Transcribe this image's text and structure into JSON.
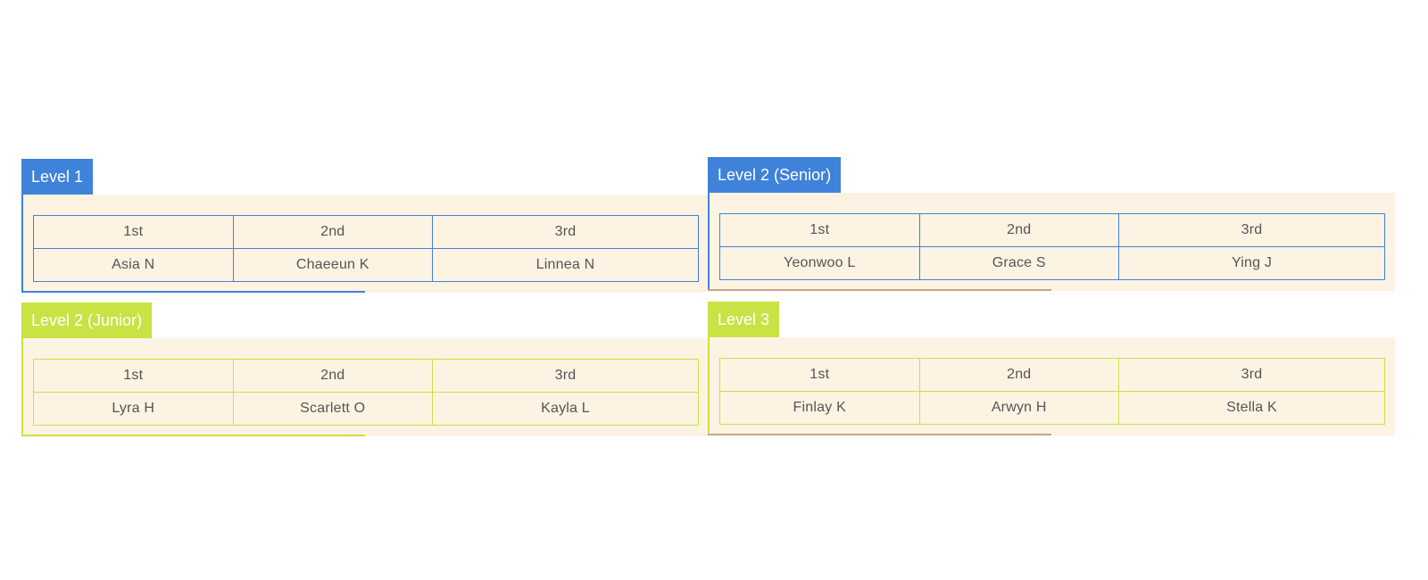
{
  "panels": [
    {
      "title": "Level 1",
      "headers": [
        "1st",
        "2nd",
        "3rd"
      ],
      "winners": [
        "Asia N",
        "Chaeeun K",
        "Linnea N"
      ],
      "accent": "#3f82d9",
      "bottom_edge_color": "#3f82d9"
    },
    {
      "title": "Level 2 (Senior)",
      "headers": [
        "1st",
        "2nd",
        "3rd"
      ],
      "winners": [
        "Yeonwoo L",
        "Grace S",
        "Ying J"
      ],
      "accent": "#3f82d9",
      "bottom_edge_color": "#c9a488"
    },
    {
      "title": "Level 2 (Junior)",
      "headers": [
        "1st",
        "2nd",
        "3rd"
      ],
      "winners": [
        "Lyra H",
        "Scarlett O",
        "Kayla L"
      ],
      "accent": "#c9e244",
      "bottom_edge_color": "#c9e244"
    },
    {
      "title": "Level 3",
      "headers": [
        "1st",
        "2nd",
        "3rd"
      ],
      "winners": [
        "Finlay K",
        "Arwyn H",
        "Stella K"
      ],
      "accent": "#c9e244",
      "bottom_edge_color": "#c9a488"
    }
  ],
  "colors": {
    "panel_background": "#fdf3e3",
    "cell_text": "#555555"
  }
}
